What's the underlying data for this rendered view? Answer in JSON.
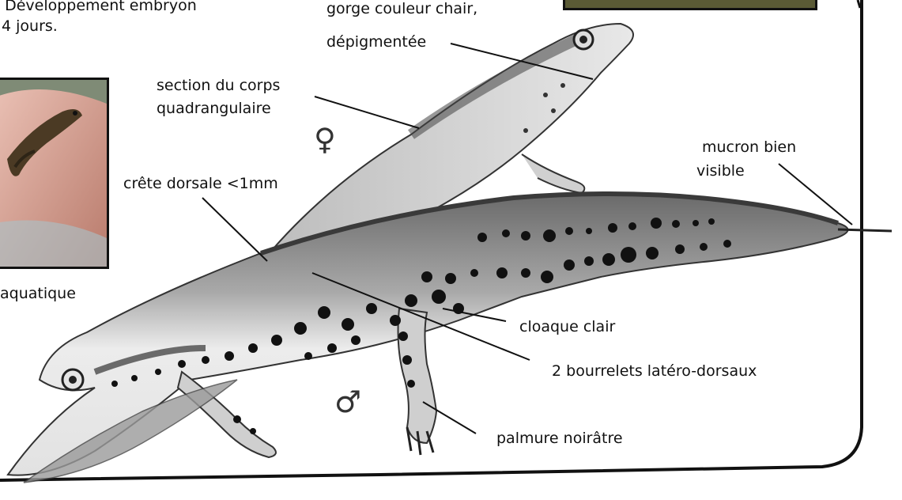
{
  "top_text": {
    "line1": ". Développement embryon",
    "line2": "4 jours."
  },
  "photo_caption": "aquatique",
  "sex_symbols": {
    "female": "♀",
    "male": "♂"
  },
  "labels": {
    "gorge_line1": "gorge couleur chair,",
    "gorge_line2": "dépigmentée",
    "section_line1": "section du corps",
    "section_line2": "quadrangulaire",
    "crete": "crête dorsale <1mm",
    "mucron_line1": "mucron bien",
    "mucron_line2": "visible",
    "cloaque": "cloaque clair",
    "bourrelets": "2 bourrelets latéro-dorsaux",
    "palmure": "palmure noirâtre"
  },
  "colors": {
    "ink": "#111111",
    "newt_body": "#cfcfcf",
    "newt_dark": "#555555",
    "skin_photo": "#d9a89a",
    "grass_photo": "#6f7f3a"
  }
}
